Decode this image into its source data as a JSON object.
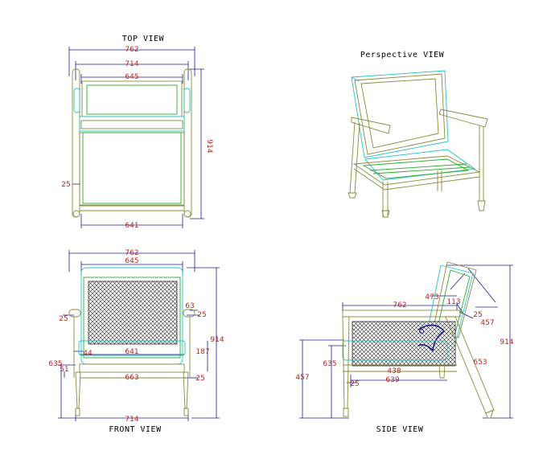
{
  "views": {
    "top": "TOP VIEW",
    "perspective": "Perspective VIEW",
    "front": "FRONT VIEW",
    "side": "SIDE VIEW"
  },
  "top_dims": {
    "overall_width": "762",
    "arm_width": "714",
    "back_width": "645",
    "seat_width": "641",
    "depth": "914",
    "leg": "25"
  },
  "front_dims": {
    "overall_width": "762",
    "back_width": "645",
    "seat_width": "641",
    "arm_rail": "663",
    "base_width": "714",
    "overall_height": "914",
    "arm_height": "635",
    "seat_rail": "187",
    "top_offset": "63",
    "right_25a": "25",
    "right_25b": "25",
    "left_25": "25",
    "left_44": "44",
    "left_51": "51"
  },
  "side_dims": {
    "seat_depth": "762",
    "back_rake": "473",
    "back_thk": "113",
    "back_25": "25",
    "back_length": "457",
    "overall_height": "914",
    "arm_height": "635",
    "seat_height": "457",
    "inner_rail": "438",
    "base_depth": "639",
    "leg_25": "25",
    "diagonal": "653"
  },
  "colors": {
    "frame": "#8a8a3a",
    "cushion": "#22c3c3",
    "inner": "#2eaa2e",
    "dimension": "#1b1b9a",
    "dimension_text": "#b3261e"
  }
}
